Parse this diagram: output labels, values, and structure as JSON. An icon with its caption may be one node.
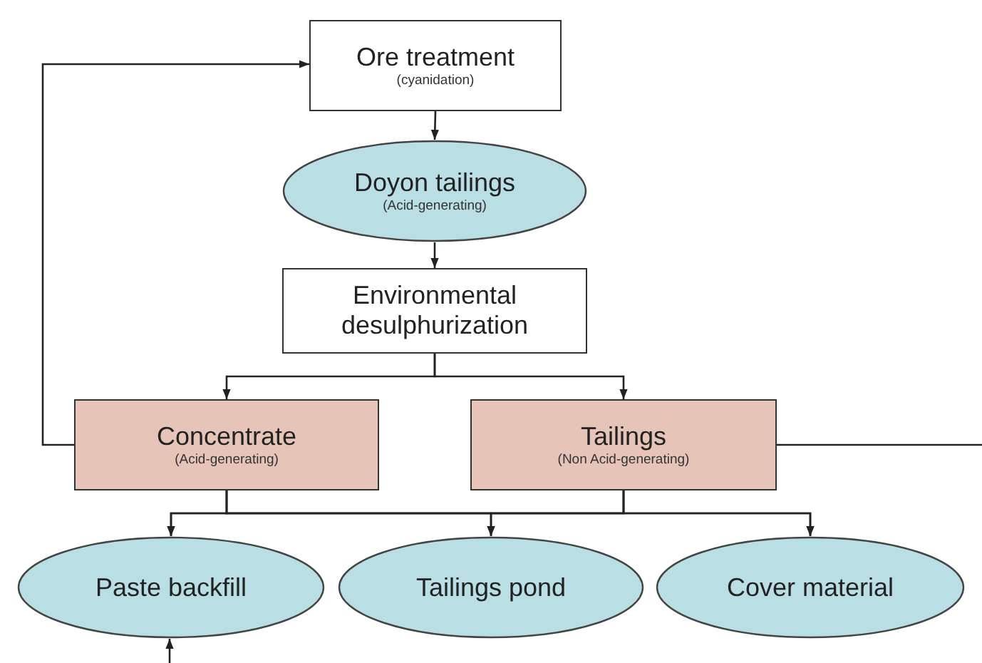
{
  "diagram": {
    "nodes": [
      {
        "text": [
          "Ore treatment",
          "(cyanidation)"
        ]
      },
      {
        "text": [
          "Doyon tailings",
          "(Acid-generating)"
        ]
      },
      {
        "text": [
          "Environmental desulphurization"
        ]
      },
      {
        "text": [
          "Concentrate",
          "(Acid-generating)"
        ]
      },
      {
        "text": [
          "Tailings",
          "(Non Acid-generating)"
        ]
      },
      {
        "text": [
          "Paste backfill"
        ]
      },
      {
        "text": [
          "Tailings pond"
        ]
      },
      {
        "text": [
          "Cover material"
        ]
      }
    ],
    "edges": [
      {
        "from": 0,
        "to": 1,
        "arrow": "to"
      },
      {
        "from": 1,
        "to": 2,
        "arrow": "to"
      },
      {
        "from": 2,
        "to": 3,
        "arrow": "to"
      },
      {
        "from": 2,
        "to": 4,
        "arrow": "to"
      },
      {
        "from": 3,
        "to": 0,
        "arrow": "to"
      },
      {
        "from": 3,
        "to": 5,
        "arrow": "to"
      },
      {
        "from": 3,
        "to": 6,
        "arrow": "to"
      },
      {
        "from": 3,
        "to": 7,
        "arrow": "to"
      },
      {
        "from": 4,
        "to": 5,
        "arrow": "to"
      },
      {
        "from": 4,
        "to": 6,
        "arrow": "to"
      },
      {
        "from": 4,
        "to": 7,
        "arrow": "to"
      },
      {
        "from": 4,
        "to": null,
        "arrow": "none"
      },
      {
        "from": null,
        "to": 5,
        "arrow": "to"
      }
    ]
  }
}
